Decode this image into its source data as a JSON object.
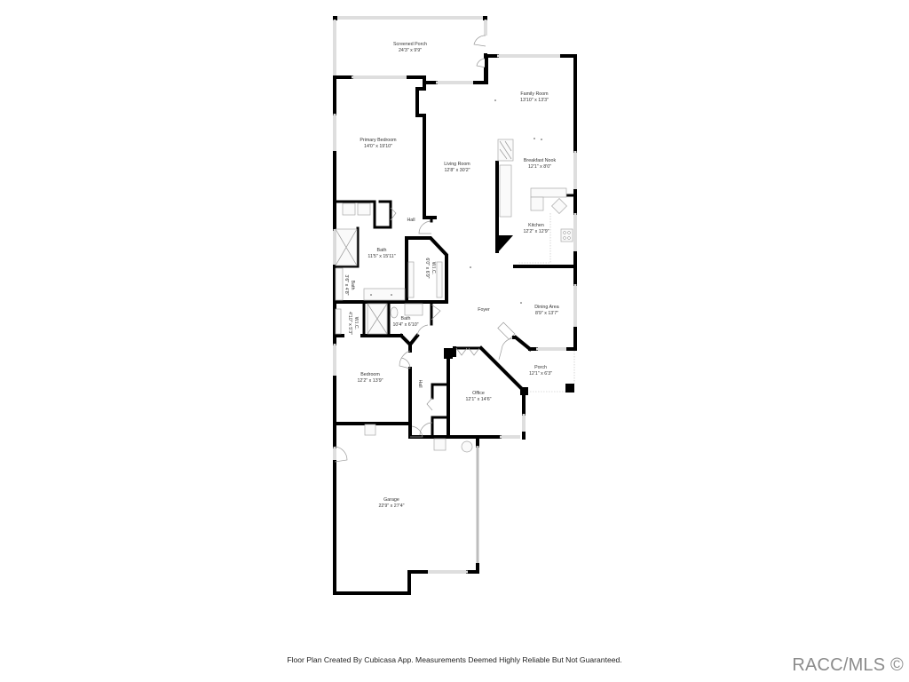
{
  "plan": {
    "rooms": [
      {
        "name": "Screened Porch",
        "size": "24'3\" x 9'9\""
      },
      {
        "name": "Family Room",
        "size": "13'10\" x 13'3\""
      },
      {
        "name": "Primary Bedroom",
        "size": "14'0\" x 19'10\""
      },
      {
        "name": "Living Room",
        "size": "12'8\" x 30'2\""
      },
      {
        "name": "Breakfast Nook",
        "size": "12'1\" x 8'0\""
      },
      {
        "name": "Hall",
        "size": ""
      },
      {
        "name": "Kitchen",
        "size": "12'2\" x 12'9\""
      },
      {
        "name": "Bath",
        "size": "11'5\" x 15'11\""
      },
      {
        "name": "W.I.C.",
        "size": "6'0\" x 6'9\""
      },
      {
        "name": "Bath",
        "size": "3'6\" x 4'8\""
      },
      {
        "name": "Foyer",
        "size": ""
      },
      {
        "name": "Dining Area",
        "size": "8'9\" x 13'7\""
      },
      {
        "name": "Bath",
        "size": "10'4\" x 6'10\""
      },
      {
        "name": "W.I.C.",
        "size": "4'10\" x 5'3\""
      },
      {
        "name": "Porch",
        "size": "12'1\" x 6'3\""
      },
      {
        "name": "Bedroom",
        "size": "12'2\" x 13'9\""
      },
      {
        "name": "Hall",
        "size": ""
      },
      {
        "name": "Office",
        "size": "12'1\" x 14'6\""
      },
      {
        "name": "Garage",
        "size": "22'9\" x 27'4\""
      }
    ]
  },
  "footer": {
    "disclaimer": "Floor Plan Created By Cubicasa App. Measurements Deemed Highly Reliable But Not Guaranteed.",
    "watermark": "RACC/MLS ©"
  },
  "colors": {
    "wall": "#000000",
    "window": "#bdbdbd",
    "text": "#333333",
    "watermark": "#8c8c8c"
  }
}
